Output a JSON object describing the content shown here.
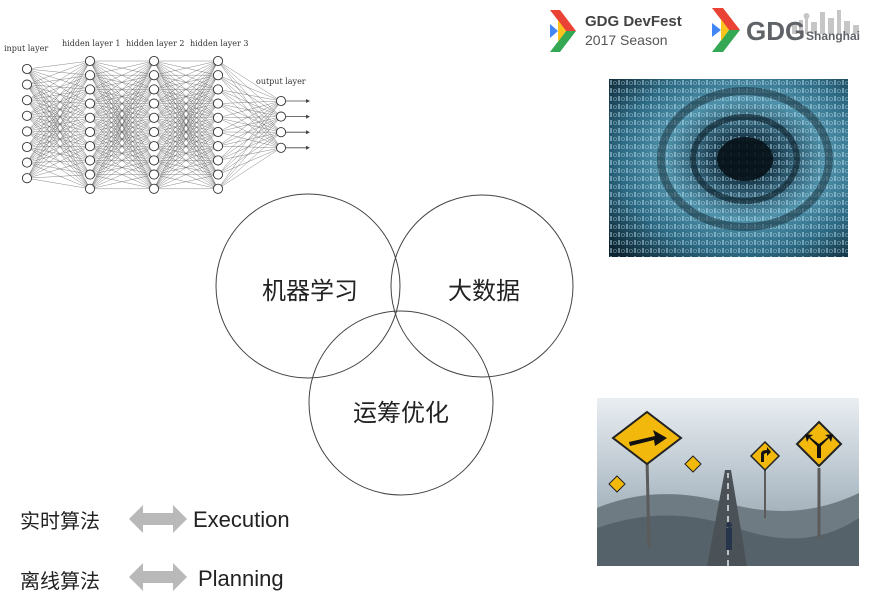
{
  "neural_net": {
    "input_label": "input layer",
    "hidden1_label": "hidden layer 1",
    "hidden2_label": "hidden layer 2",
    "hidden3_label": "hidden layer 3",
    "output_label": "output layer"
  },
  "logos": {
    "devfest_title": "GDG DevFest",
    "devfest_sub": "2017 Season",
    "gdg_text": "GDG",
    "gdg_city": "Shanghai"
  },
  "venn": {
    "ml": "机器学习",
    "bigdata": "大数据",
    "or": "运筹优化"
  },
  "rows": [
    {
      "cn": "实时算法",
      "en": "Execution"
    },
    {
      "cn": "离线算法",
      "en": "Planning"
    }
  ],
  "colors": {
    "google_blue": "#4285F4",
    "google_red": "#EA4335",
    "google_yellow": "#FBBC05",
    "google_green": "#34A853",
    "arrow_gray": "#b9b9b9"
  }
}
